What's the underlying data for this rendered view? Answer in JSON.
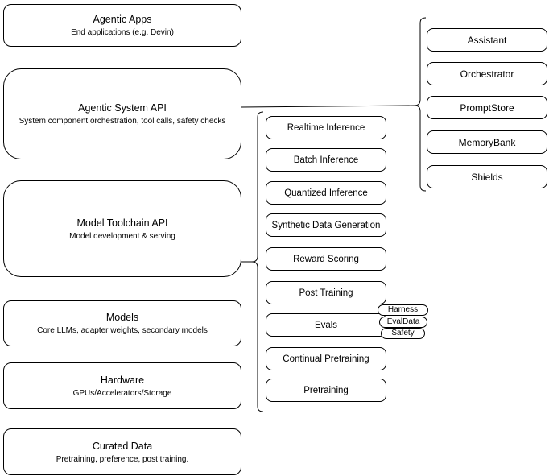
{
  "diagram": {
    "colors": {
      "stroke": "#000000",
      "background": "#ffffff",
      "text": "#000000"
    },
    "left_stack": [
      {
        "title": "Agentic Apps",
        "subtitle": "End applications (e.g. Devin)"
      },
      {
        "title": "Agentic System API",
        "subtitle": "System component orchestration, tool calls, safety checks"
      },
      {
        "title": "Model Toolchain API",
        "subtitle": "Model development & serving"
      },
      {
        "title": "Models",
        "subtitle": "Core LLMs, adapter weights, secondary models"
      },
      {
        "title": "Hardware",
        "subtitle": "GPUs/Accelerators/Storage"
      },
      {
        "title": "Curated Data",
        "subtitle": "Pretraining, preference, post training."
      }
    ],
    "toolchain_items": [
      "Realtime Inference",
      "Batch Inference",
      "Quantized Inference",
      "Synthetic Data Generation",
      "Reward Scoring",
      "Post Training",
      "Evals",
      "Continual Pretraining",
      "Pretraining"
    ],
    "evals_tags": [
      "Harness",
      "EvalData",
      "Safety"
    ],
    "system_items": [
      "Assistant",
      "Orchestrator",
      "PromptStore",
      "MemoryBank",
      "Shields"
    ]
  }
}
